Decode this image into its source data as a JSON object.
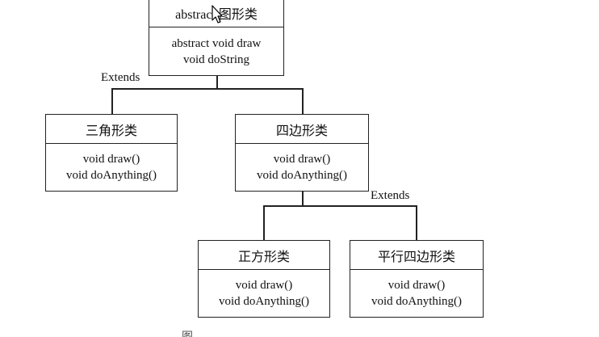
{
  "diagram": {
    "root": {
      "title": "abstract 图形类",
      "methods": [
        "abstract void draw",
        "void doString"
      ]
    },
    "extends_label_top": "Extends",
    "extends_label_bottom": "Extends",
    "triangle": {
      "title": "三角形类",
      "methods": [
        "void draw()",
        "void doAnything()"
      ]
    },
    "quadrilateral": {
      "title": "四边形类",
      "methods": [
        "void draw()",
        "void doAnything()"
      ]
    },
    "square": {
      "title": "正方形类",
      "methods": [
        "void draw()",
        "void doAnything()"
      ]
    },
    "parallelogram": {
      "title": "平行四边形类",
      "methods": [
        "void draw()",
        "void doAnything()"
      ]
    }
  },
  "caption": "图"
}
